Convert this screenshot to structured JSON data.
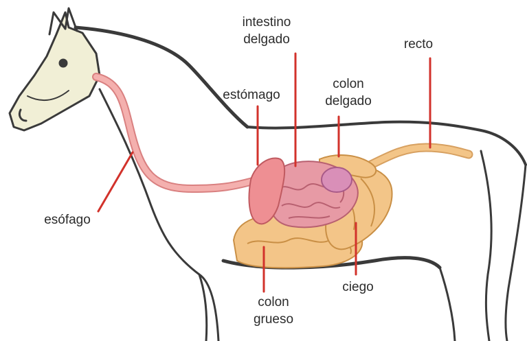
{
  "labels": {
    "intestino_delgado": {
      "line1": "intestino",
      "line2": "delgado"
    },
    "recto": "recto",
    "colon_delgado": {
      "line1": "colon",
      "line2": "delgado"
    },
    "estomago": "estómago",
    "esofago": "esófago",
    "colon_grueso": {
      "line1": "colon",
      "line2": "grueso"
    },
    "ciego": "ciego"
  },
  "colors": {
    "outline": "#3a3a3a",
    "head_fill": "#f1efd6",
    "esophagus": "#f2a0a0",
    "stomach": "#ee8f93",
    "small_intestine": "#e79aa5",
    "large_intestine": "#f3c588",
    "leader_line": "#d2322b"
  }
}
